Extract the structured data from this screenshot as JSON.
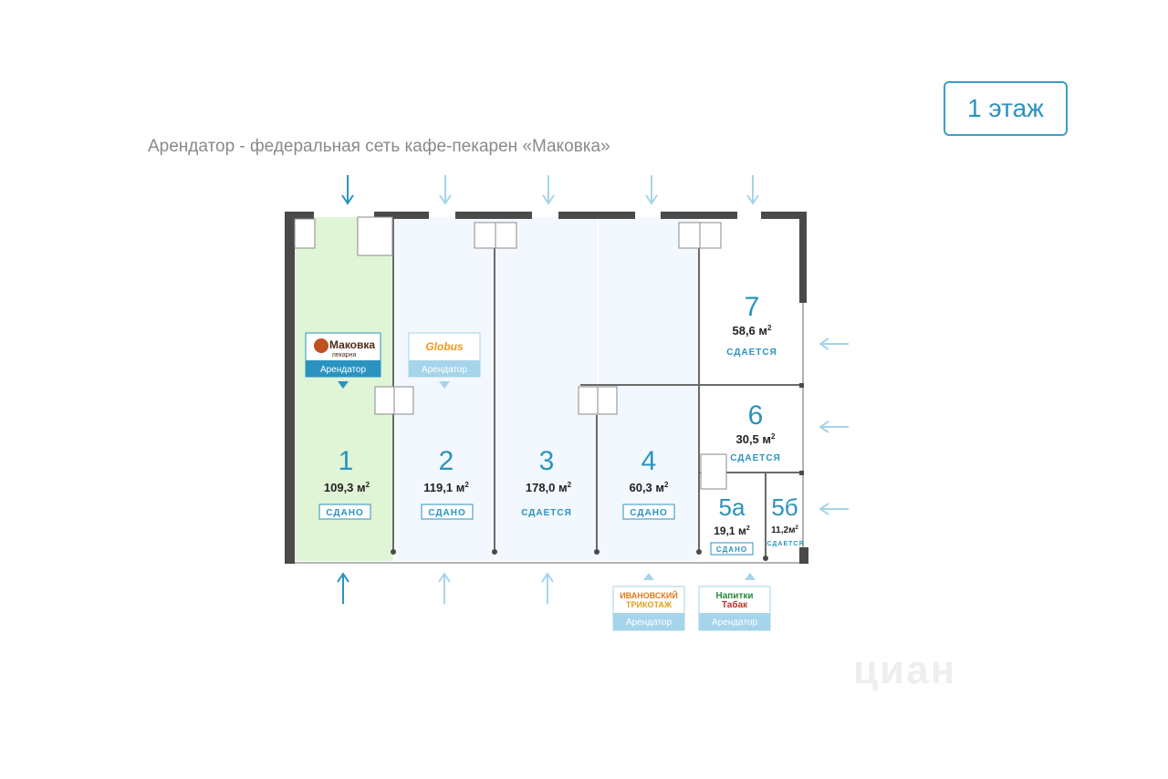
{
  "floor_label": "1 этаж",
  "caption": "Арендатор - федеральная сеть кафе-пекарен «Маковка»",
  "area_unit": "м",
  "area_sup": "2",
  "units": [
    {
      "number": "1",
      "area": "109,3",
      "status": "СДАНО"
    },
    {
      "number": "2",
      "area": "119,1",
      "status": "СДАНО"
    },
    {
      "number": "3",
      "area": "178,0",
      "status": "СДАЕТСЯ"
    },
    {
      "number": "4",
      "area": "60,3",
      "status": "СДАНО"
    },
    {
      "number": "5а",
      "area": "19,1",
      "status": "СДАНО"
    },
    {
      "number": "5б",
      "area": "11,2",
      "status": "СДАЕТСЯ"
    },
    {
      "number": "6",
      "area": "30,5",
      "status": "СДАЕТСЯ"
    },
    {
      "number": "7",
      "area": "58,6",
      "status": "СДАЕТСЯ"
    }
  ],
  "tenants": {
    "makovka": {
      "logo_line1": "Маковка",
      "logo_line2": "пекарня",
      "label": "Арендатор"
    },
    "globus": {
      "logo": "Globus",
      "label": "Арендатор"
    },
    "ivanovsky": {
      "line1": "ИВАНОВСКИЙ",
      "line2": "ТРИКОТАЖ",
      "label": "Арендатор"
    },
    "napitki": {
      "line1": "Напитки",
      "line2": "Табак",
      "label": "Арендатор"
    }
  },
  "watermark": "циан",
  "colors": {
    "accent": "#2a93bf",
    "rented_fill": "#dff5d6",
    "leased_fill": "#eef6fc",
    "wall": "#4a4a4a",
    "arrow": "#a6d4ea"
  }
}
